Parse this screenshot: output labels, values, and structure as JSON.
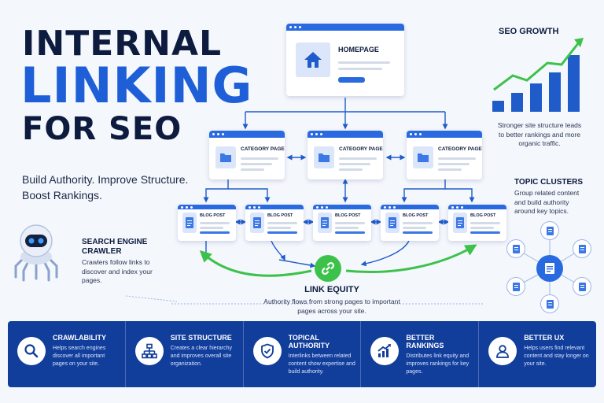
{
  "hero": {
    "title_line1": "INTERNAL",
    "title_line2": "LINKING",
    "title_line3": "FOR SEO",
    "subtitle": "Build Authority. Improve Structure. Boost Rankings."
  },
  "diagram": {
    "homepage_label": "HOMEPAGE",
    "category_label": "CATEGORY PAGE",
    "blog_label": "BLOG POST",
    "categories": [
      "CATEGORY PAGE",
      "CATEGORY PAGE",
      "CATEGORY PAGE"
    ],
    "blogs": [
      "BLOG POST",
      "BLOG POST",
      "BLOG POST",
      "BLOG POST",
      "BLOG POST"
    ]
  },
  "seo_growth": {
    "title": "SEO GROWTH",
    "text": "Stronger site structure leads to better rankings and more organic traffic."
  },
  "topic_clusters": {
    "title": "TOPIC CLUSTERS",
    "text": "Group related content and build authority around key topics."
  },
  "crawler": {
    "title": "SEARCH ENGINE CRAWLER",
    "text": "Crawlers follow links to discover and index your pages."
  },
  "link_equity": {
    "title": "LINK EQUITY",
    "text": "Authority flows from strong pages to important pages across your site."
  },
  "benefits": [
    {
      "title": "CRAWLABILITY",
      "desc": "Helps search engines discover all important pages on your site.",
      "icon": "magnifier-icon"
    },
    {
      "title": "SITE STRUCTURE",
      "desc": "Creates a clear hierarchy and improves overall site organization.",
      "icon": "sitemap-icon"
    },
    {
      "title": "TOPICAL AUTHORITY",
      "desc": "Interlinks between related content show expertise and build authority.",
      "icon": "shield-check-icon"
    },
    {
      "title": "BETTER RANKINGS",
      "desc": "Distributes link equity and improves rankings for key pages.",
      "icon": "trend-chart-icon"
    },
    {
      "title": "BETTER UX",
      "desc": "Helps users find relevant content and stay longer on your site.",
      "icon": "user-icon"
    }
  ],
  "colors": {
    "primary": "#2a6ae0",
    "navy": "#0d1b3e",
    "band": "#113d9b",
    "green": "#3cc24a"
  }
}
